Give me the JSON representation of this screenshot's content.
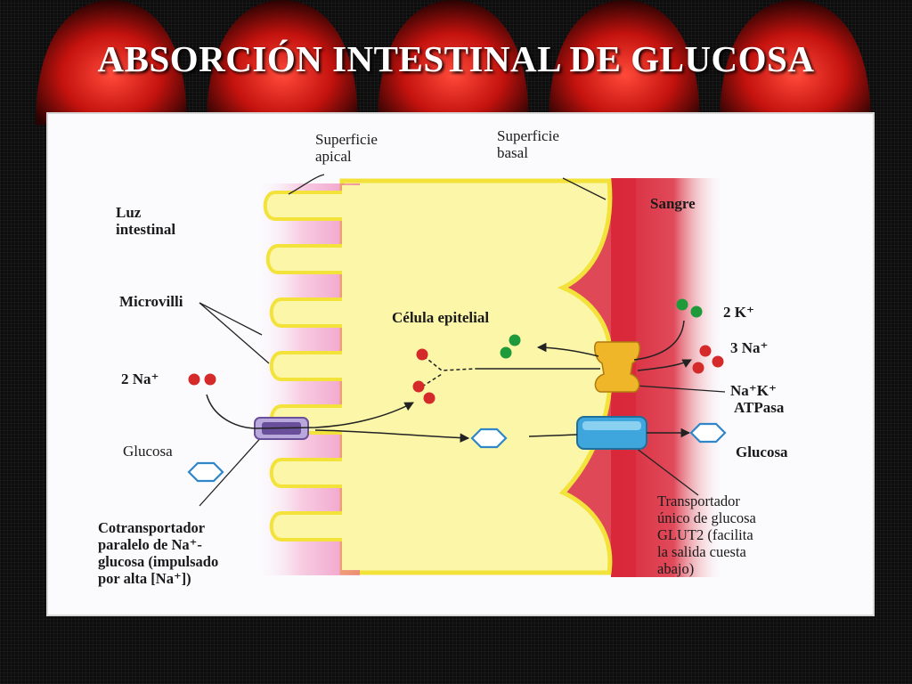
{
  "slide": {
    "title": "ABSORCIÓN INTESTINAL DE GLUCOSA"
  },
  "diagram": {
    "labels": {
      "superficie_apical": [
        "Superficie",
        "apical"
      ],
      "superficie_basal": [
        "Superficie",
        "basal"
      ],
      "luz_intestinal": [
        "Luz",
        "intestinal"
      ],
      "sangre": "Sangre",
      "microvilli": "Microvilli",
      "celula_epitelial": "Célula epitelial",
      "two_na": "2 Na⁺",
      "glucosa_left": "Glucosa",
      "cotransportador": [
        "Cotransportador",
        "paralelo de Na⁺-",
        "glucosa (impulsado",
        "por alta [Na⁺])"
      ],
      "two_k": "2 K⁺",
      "three_na": "3 Na⁺",
      "atpasa": [
        "Na⁺K⁺",
        "ATPasa"
      ],
      "glucosa_right": "Glucosa",
      "glut2": [
        "Transportador",
        "único de glucosa",
        "GLUT2 (facilita",
        "la salida cuesta",
        "abajo)"
      ]
    },
    "colors": {
      "cytoplasm": "#fbf6a8",
      "membrane": "#f2e23a",
      "brush_border": "#e8489a",
      "blood": "#d8283a",
      "sodium": "#d42a2a",
      "potassium": "#1f9a3a",
      "glucose": "#2f86c8",
      "glut2": "#3fa6dd",
      "atpase": "#f0b62a",
      "cotransporter": "#6a4f9a"
    }
  }
}
